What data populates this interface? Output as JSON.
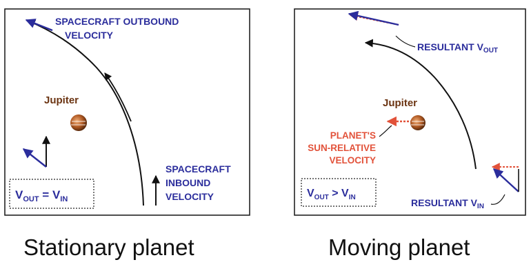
{
  "left_panel": {
    "planet_name": "Jupiter",
    "outbound_line1": "SPACECRAFT OUTBOUND",
    "outbound_line2": "VELOCITY",
    "inbound_line1": "SPACECRAFT",
    "inbound_line2": "INBOUND",
    "inbound_line3": "VELOCITY",
    "equation": {
      "left": "V",
      "left_sub": "OUT",
      "op": " = ",
      "right": "V",
      "right_sub": "IN"
    },
    "caption": "Stationary planet"
  },
  "right_panel": {
    "planet_name": "Jupiter",
    "resultant_out": "RESULTANT V",
    "resultant_out_sub": "OUT",
    "resultant_in": "RESULTANT V",
    "resultant_in_sub": "IN",
    "planet_vel_line1": "PLANET'S",
    "planet_vel_line2": "SUN-RELATIVE",
    "planet_vel_line3": "VELOCITY",
    "equation": {
      "left": "V",
      "left_sub": "OUT",
      "op": " > ",
      "right": "V",
      "right_sub": "IN"
    },
    "caption": "Moving planet"
  },
  "colors": {
    "label_blue": "#2b2d9c",
    "planet_red": "#e2523a",
    "planet_brown": "#6b3412",
    "frame": "#222222"
  }
}
